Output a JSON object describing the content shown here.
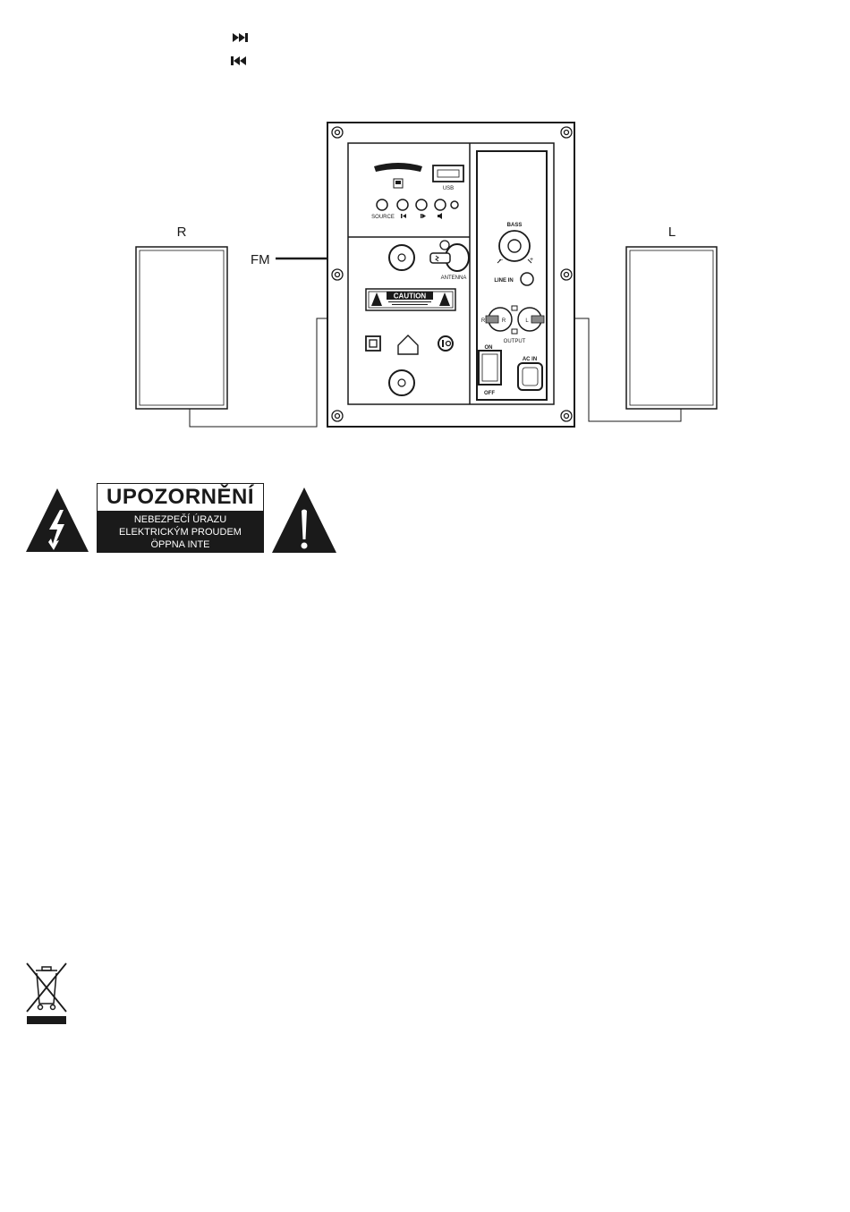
{
  "labels": {
    "right_speaker": "R",
    "left_speaker": "L",
    "fm": "FM"
  },
  "panel": {
    "usb": "USB",
    "source": "SOURCE",
    "antenna": "ANTENNA",
    "caution": "CAUTION",
    "bass": "BASS",
    "minus": "–",
    "plus": "+",
    "line_in": "LINE IN",
    "output": "OUTPUT",
    "out_l": "L",
    "out_r": "R",
    "on": "ON",
    "off": "OFF",
    "ac_in": "AC IN"
  },
  "warning": {
    "title": "UPOZORNĚNÍ",
    "line1": "NEBEZPEČÍ ÚRAZU",
    "line2": "ELEKTRICKÝM PROUDEM",
    "line3": "ÖPPNA INTE"
  },
  "icons": {
    "next": "next-track-icon",
    "prev": "previous-track-icon",
    "lightning": "electric-shock-warning-icon",
    "exclamation": "exclamation-warning-icon",
    "weee": "crossed-out-bin-icon"
  }
}
